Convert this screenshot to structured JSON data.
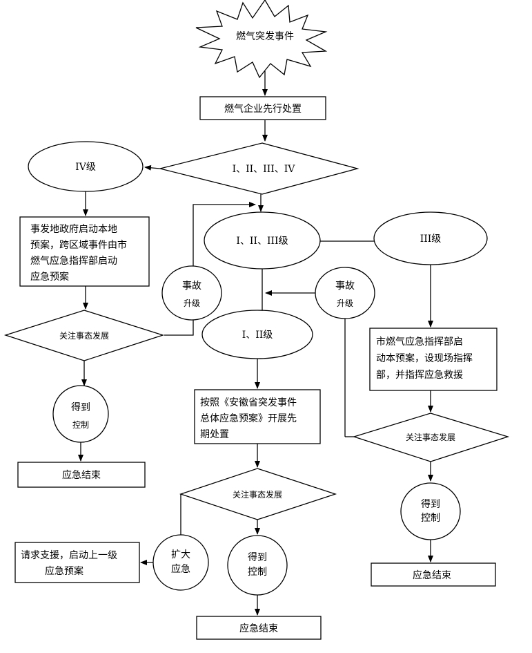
{
  "nodes": {
    "start": "燃气突发事件",
    "first_response": "燃气企业先行处置",
    "decision_levels": "I、II、III、IV",
    "level_iv": "IV级",
    "level_i_ii_iii": "I、II、III级",
    "level_iii": "III级",
    "level_i_ii": "I、II级",
    "local_plan": [
      "事发地政府启动本地",
      "预案，跨区域事件由市",
      "燃气应急指挥部启动",
      "应急预案"
    ],
    "city_plan": [
      "市燃气应急指挥部启",
      "动本预案，设现场指挥",
      "部，并指挥应急救援"
    ],
    "province_plan": [
      "按照《安徽省突发事件",
      "总体应急预案》开展先",
      "期处置"
    ],
    "watch_left": "关注事态发展",
    "watch_center": "关注事态发展",
    "watch_right": "关注事态发展",
    "upgrade_left": [
      "事故",
      "升级"
    ],
    "upgrade_right": [
      "事故",
      "升级"
    ],
    "controlled_left": [
      "得到",
      "控制"
    ],
    "controlled_center": [
      "得到",
      "控制"
    ],
    "controlled_right": [
      "得到",
      "控制"
    ],
    "expand": [
      "扩大",
      "应急"
    ],
    "request_support": [
      "请求支援，启动上一级",
      "应急预案"
    ],
    "end_left": "应急结束",
    "end_center": "应急结束",
    "end_right": "应急结束"
  }
}
